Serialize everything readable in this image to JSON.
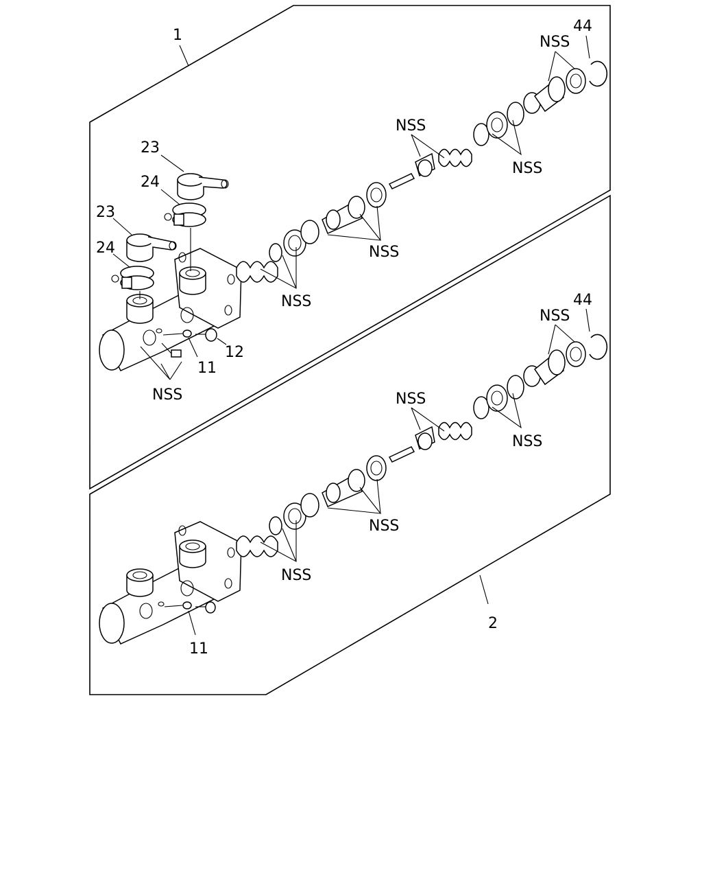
{
  "diagram": {
    "panel_upper": {
      "assembly_no": "1",
      "callouts": {
        "reservoir_upper": "23",
        "clamp_upper": "24",
        "reservoir_lower": "23",
        "clamp_lower": "24",
        "screw": "12",
        "washer": "11",
        "snap_ring": "44"
      },
      "nss_labels": [
        "NSS",
        "NSS",
        "NSS",
        "NSS",
        "NSS",
        "NSS"
      ]
    },
    "panel_lower": {
      "assembly_no": "2",
      "callouts": {
        "washer": "11",
        "snap_ring": "44"
      },
      "nss_labels": [
        "NSS",
        "NSS",
        "NSS",
        "NSS",
        "NSS"
      ]
    }
  }
}
